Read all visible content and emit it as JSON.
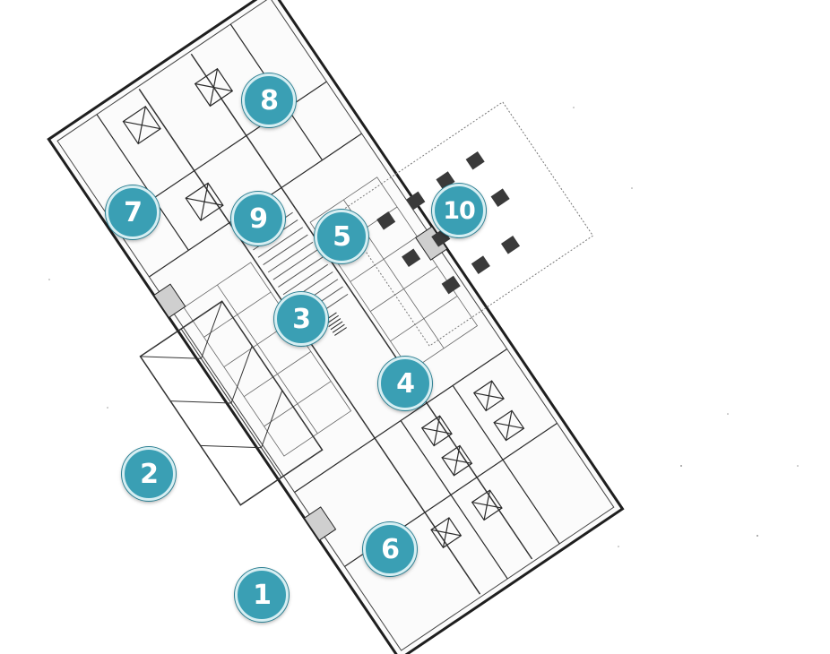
{
  "map": {
    "markers": [
      {
        "label": "1"
      },
      {
        "label": "2"
      },
      {
        "label": "3"
      },
      {
        "label": "4"
      },
      {
        "label": "5"
      },
      {
        "label": "6"
      },
      {
        "label": "7"
      },
      {
        "label": "8"
      },
      {
        "label": "9"
      },
      {
        "label": "10"
      }
    ],
    "colors": {
      "marker_fill": "#3a9fb4",
      "marker_ring": "#d6eef2",
      "plan_ink": "#222222"
    }
  }
}
